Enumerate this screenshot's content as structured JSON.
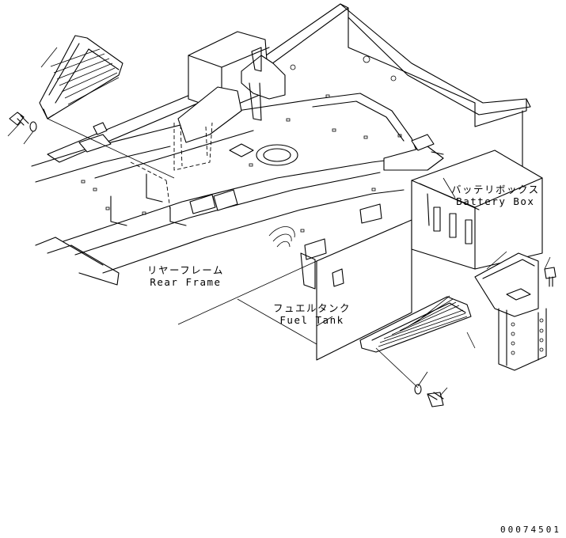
{
  "labels": {
    "battery_box_jp": "バッテリボックス",
    "battery_box_en": "Battery Box",
    "rear_frame_jp": "リヤーフレーム",
    "rear_frame_en": "Rear Frame",
    "fuel_tank_jp": "フュエルタンク",
    "fuel_tank_en": "Fuel Tank"
  },
  "drawing_number": "00074501"
}
